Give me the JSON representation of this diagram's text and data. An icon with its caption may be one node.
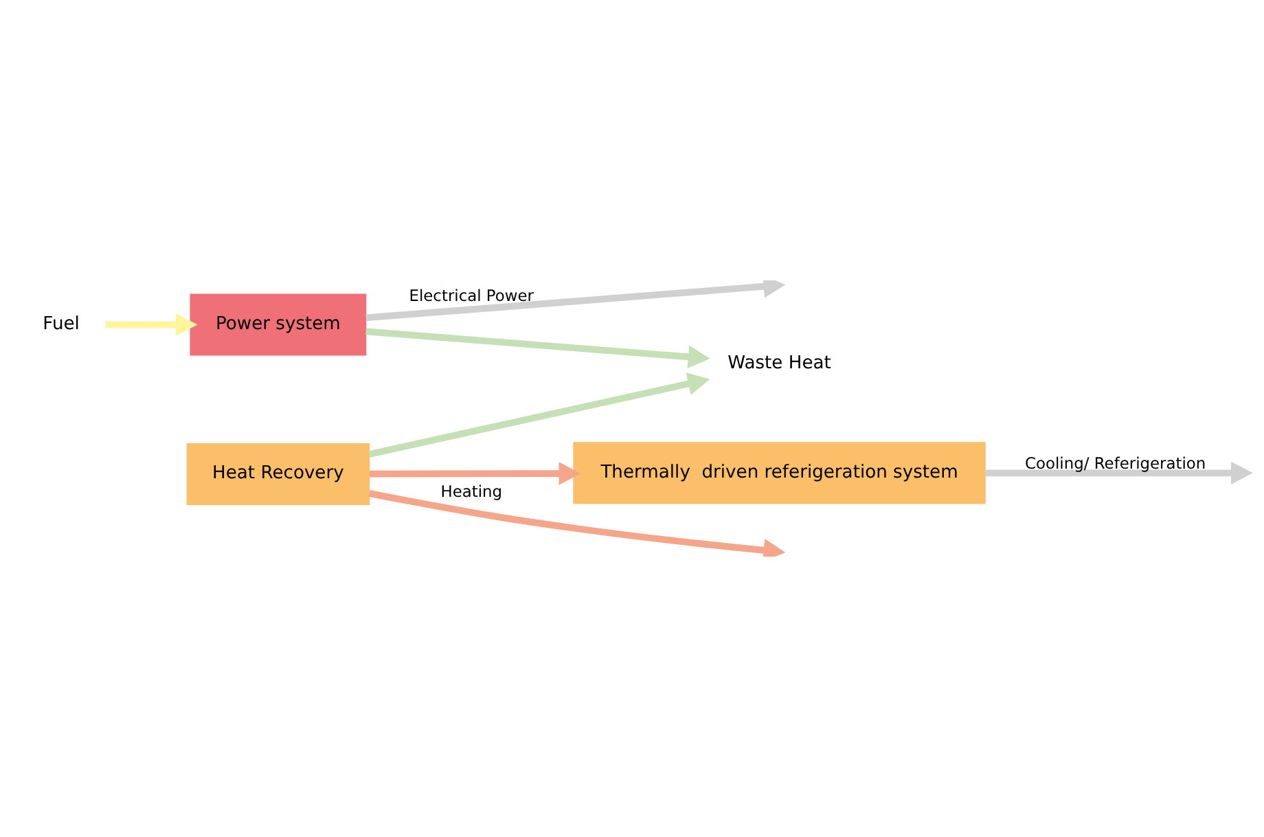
{
  "diagram": {
    "nodes": [
      {
        "text": [
          "Power system"
        ]
      },
      {
        "text": [
          "Heat Recovery"
        ]
      },
      {
        "text": [
          "Thermally  driven referigeration system"
        ]
      },
      {
        "text": [
          "Waste Heat"
        ]
      },
      {
        "text": [
          "Fuel"
        ]
      }
    ],
    "edges": [
      {
        "from": 4,
        "to": 0,
        "arrow": "to",
        "color": "#fff59d"
      },
      {
        "from": 0,
        "to": null,
        "arrow": "to",
        "label": "Electrical Power",
        "color": "#d0d0d0"
      },
      {
        "from": 0,
        "to": 3,
        "arrow": "to",
        "color": "#c5e0b4"
      },
      {
        "from": 1,
        "to": 3,
        "arrow": "to",
        "color": "#c5e0b4"
      },
      {
        "from": 1,
        "to": null,
        "arrow": "to",
        "label": "Heating",
        "color": "#f4a58a"
      },
      {
        "from": 1,
        "to": 2,
        "arrow": "to",
        "color": "#f4a58a"
      },
      {
        "from": 2,
        "to": null,
        "arrow": "to",
        "label": "Cooling/ Referigeration",
        "color": "#d0d0d0"
      }
    ]
  }
}
